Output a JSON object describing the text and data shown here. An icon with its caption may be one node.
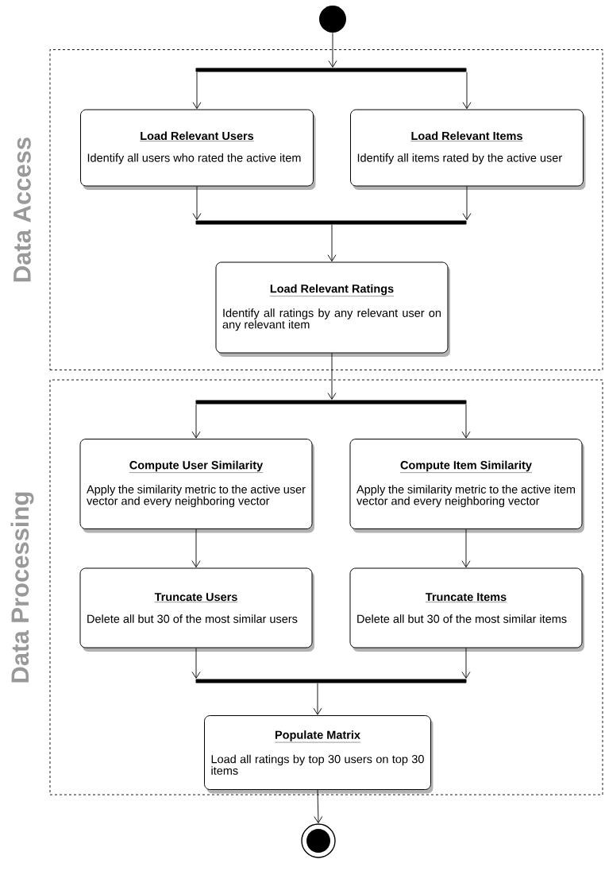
{
  "diagram": {
    "nodes": [
      {
        "text": [],
        "shape": "circle"
      },
      {
        "text": [
          "Data Access"
        ]
      },
      {
        "text": [],
        "shape": "bar",
        "in": 1
      },
      {
        "text": [
          "Load Relevant Users",
          "Identify all users who rated the active item"
        ],
        "in": 1
      },
      {
        "text": [
          "Load Relevant Items",
          "Identify all items rated by the active user"
        ],
        "in": 1
      },
      {
        "text": [],
        "shape": "bar",
        "in": 1
      },
      {
        "text": [
          "Load Relevant Ratings",
          "Identify all ratings by any relevant user on any relevant item"
        ],
        "in": 1
      },
      {
        "text": [
          "Data Processing"
        ]
      },
      {
        "text": [],
        "shape": "bar",
        "in": 7
      },
      {
        "text": [
          "Compute User Similarity",
          "Apply the similarity metric to the active user vector and every neighboring vector"
        ],
        "in": 7
      },
      {
        "text": [
          "Compute Item Similarity",
          "Apply the similarity metric to the active item vector and every neighboring vector"
        ],
        "in": 7
      },
      {
        "text": [
          "Truncate Users",
          "Delete all but 30 of the most similar users"
        ],
        "in": 7
      },
      {
        "text": [
          "Truncate Items",
          "Delete all but 30 of the most similar items"
        ],
        "in": 7
      },
      {
        "text": [],
        "shape": "bar",
        "in": 7
      },
      {
        "text": [
          "Populate Matrix",
          "Load all ratings by top 30 users on top 30 items"
        ],
        "in": 7
      },
      {
        "text": [],
        "shape": "circle"
      }
    ],
    "edges": [
      {
        "from": 0,
        "to": 2,
        "arrow": "to"
      },
      {
        "from": 2,
        "to": 3,
        "arrow": "to"
      },
      {
        "from": 2,
        "to": 4,
        "arrow": "to"
      },
      {
        "from": 3,
        "to": 5,
        "arrow": "to"
      },
      {
        "from": 4,
        "to": 5,
        "arrow": "to"
      },
      {
        "from": 5,
        "to": 6,
        "arrow": "to"
      },
      {
        "from": 6,
        "to": 8,
        "arrow": "to"
      },
      {
        "from": 8,
        "to": 9,
        "arrow": "to"
      },
      {
        "from": 8,
        "to": 10,
        "arrow": "to"
      },
      {
        "from": 9,
        "to": 11,
        "arrow": "to"
      },
      {
        "from": 10,
        "to": 12,
        "arrow": "to"
      },
      {
        "from": 11,
        "to": 13,
        "arrow": "to"
      },
      {
        "from": 12,
        "to": 13,
        "arrow": "to"
      },
      {
        "from": 13,
        "to": 14,
        "arrow": "to"
      },
      {
        "from": 14,
        "to": 15,
        "arrow": "to"
      }
    ]
  }
}
